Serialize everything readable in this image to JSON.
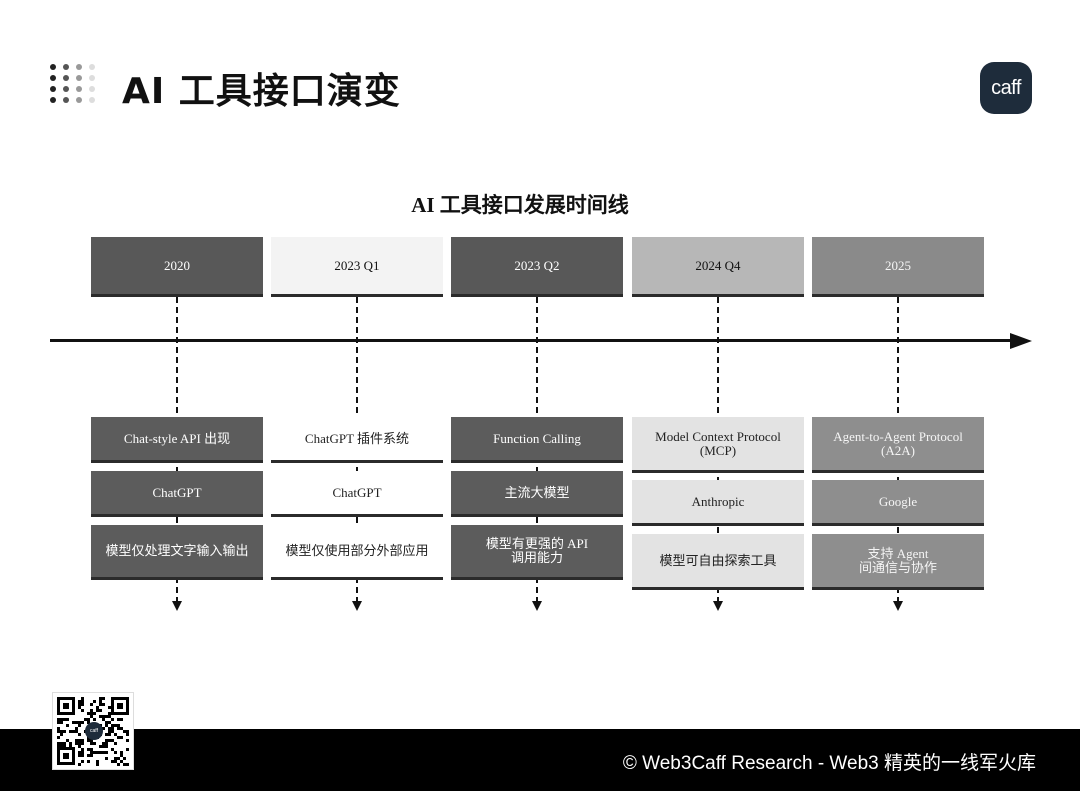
{
  "header": {
    "title": "AI 工具接口演变",
    "logo_text": "caff"
  },
  "diagram": {
    "title": "AI 工具接口发展时间线",
    "columns": [
      {
        "year": "2020",
        "year_fill": "#585858",
        "year_text": "#ffffff",
        "cells": [
          {
            "text": "Chat-style API 出现",
            "fill": "#5c5c5c",
            "color": "#ffffff"
          },
          {
            "text": "ChatGPT",
            "fill": "#5c5c5c",
            "color": "#ffffff"
          },
          {
            "text": "模型仅处理文字输入输出",
            "fill": "#5c5c5c",
            "color": "#ffffff"
          }
        ]
      },
      {
        "year": "2023 Q1",
        "year_fill": "#f3f3f3",
        "year_text": "#111111",
        "cells": [
          {
            "text": "ChatGPT 插件系统",
            "fill": "#ffffff",
            "color": "#222222"
          },
          {
            "text": "ChatGPT",
            "fill": "#ffffff",
            "color": "#222222"
          },
          {
            "text": "模型仅使用部分外部应用",
            "fill": "#ffffff",
            "color": "#222222"
          }
        ]
      },
      {
        "year": "2023 Q2",
        "year_fill": "#585858",
        "year_text": "#ffffff",
        "cells": [
          {
            "text": "Function Calling",
            "fill": "#5c5c5c",
            "color": "#ffffff"
          },
          {
            "text": "主流大模型",
            "fill": "#5c5c5c",
            "color": "#ffffff"
          },
          {
            "text": "模型有更强的 API\n调用能力",
            "fill": "#5c5c5c",
            "color": "#ffffff"
          }
        ]
      },
      {
        "year": "2024 Q4",
        "year_fill": "#b7b7b7",
        "year_text": "#111111",
        "cells": [
          {
            "text": "Model Context Protocol\n(MCP)",
            "fill": "#e3e3e3",
            "color": "#222222"
          },
          {
            "text": "Anthropic",
            "fill": "#e3e3e3",
            "color": "#222222"
          },
          {
            "text": "模型可自由探索工具",
            "fill": "#e3e3e3",
            "color": "#222222"
          }
        ]
      },
      {
        "year": "2025",
        "year_fill": "#8a8a8a",
        "year_text": "#f5f5f5",
        "cells": [
          {
            "text": "Agent-to-Agent Protocol\n(A2A)",
            "fill": "#8e8e8e",
            "color": "#f5f5f5"
          },
          {
            "text": "Google",
            "fill": "#8e8e8e",
            "color": "#f5f5f5"
          },
          {
            "text": "支持 Agent\n间通信与协作",
            "fill": "#8e8e8e",
            "color": "#f5f5f5"
          }
        ]
      }
    ]
  },
  "footer": {
    "text": "© Web3Caff Research - Web3 精英的一线军火库"
  }
}
